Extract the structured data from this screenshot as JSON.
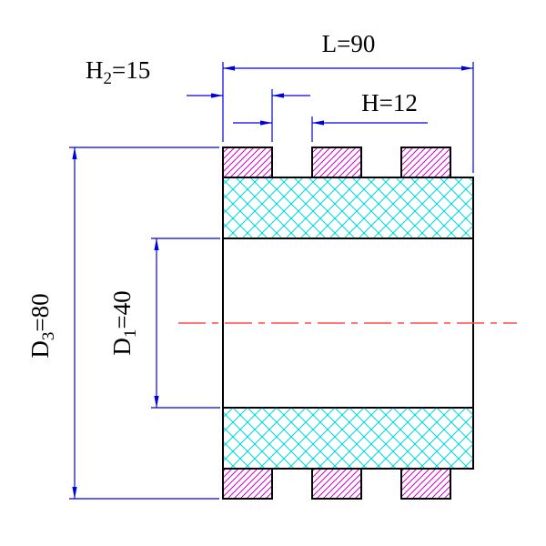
{
  "drawing": {
    "type": "engineering-section-drawing",
    "part": "sleeve-with-ribs-cross-section",
    "dim_L": {
      "label": "L=90"
    },
    "dim_H2": {
      "base": "H",
      "sub": "2",
      "rest": "=15"
    },
    "dim_H": {
      "label": "H=12"
    },
    "dim_D1": {
      "base": "D",
      "sub": "1",
      "rest": "=40"
    },
    "dim_D3": {
      "base": "D",
      "sub": "3",
      "rest": "=80"
    },
    "values": {
      "L": 90,
      "H2": 15,
      "H": 12,
      "D1": 40,
      "D3": 80
    },
    "colors": {
      "dimension_line": "#0000dd",
      "text": "#000000",
      "outline": "#000000",
      "centerline": "#ff4d4d",
      "band_cross_hatch": "#00dcdc",
      "rib_diagonal_hatch": "#c800c8",
      "background": "#ffffff"
    }
  }
}
